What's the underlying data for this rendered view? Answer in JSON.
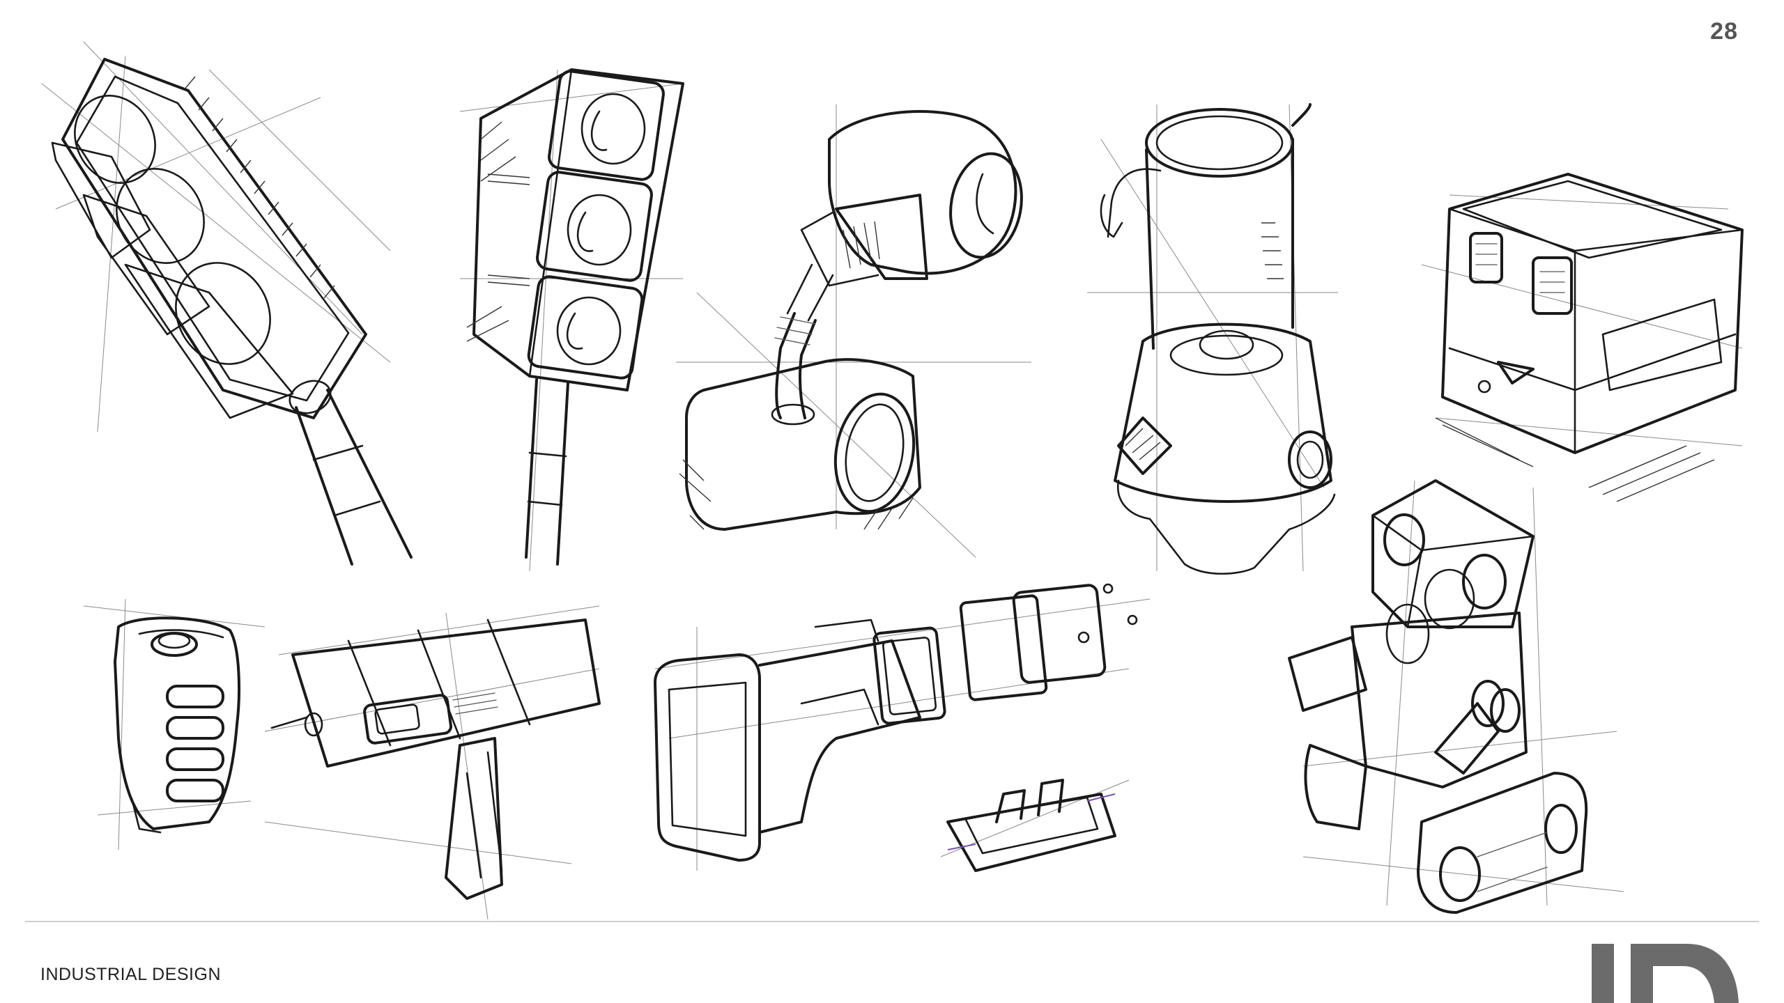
{
  "page": {
    "number": "28",
    "footer_label": "INDUSTRIAL DESIGN",
    "logo_name": "id-logo",
    "logo_color": "#6b6b6b"
  },
  "sketches": [
    {
      "name": "traffic-light-angled-sketch"
    },
    {
      "name": "traffic-light-upright-sketch"
    },
    {
      "name": "bottle-on-box-sketch"
    },
    {
      "name": "blender-sketch"
    },
    {
      "name": "crate-device-sketch"
    },
    {
      "name": "handheld-device-sketch"
    },
    {
      "name": "scanner-gun-sketch"
    },
    {
      "name": "exploded-duct-sketch"
    },
    {
      "name": "robot-sketch"
    }
  ]
}
